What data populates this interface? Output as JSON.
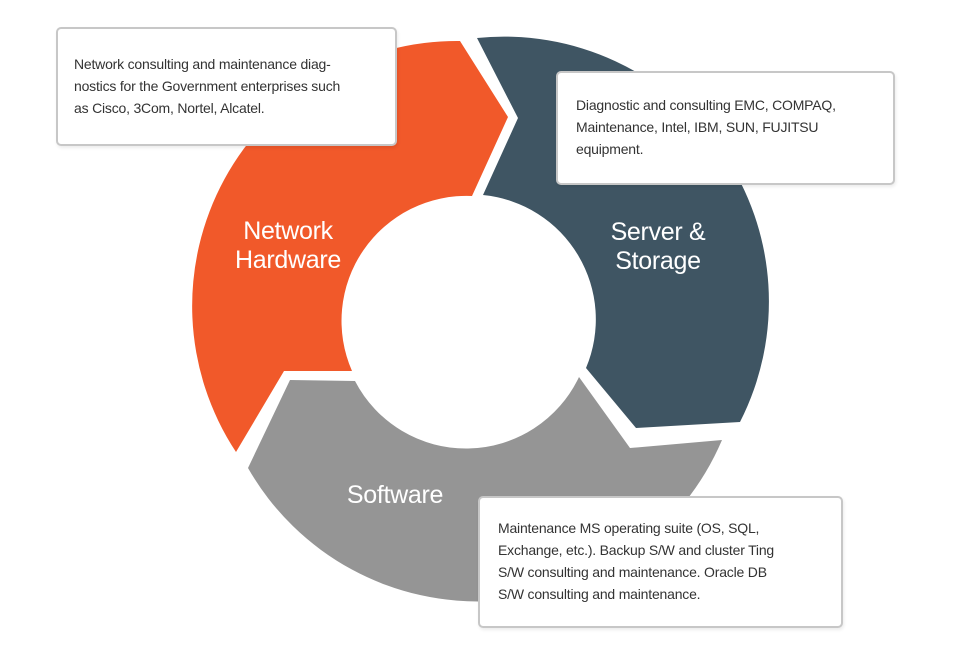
{
  "colors": {
    "network": "#f1592a",
    "server": "#3f5563",
    "software": "#959595",
    "callout_border": "#c7c7c7",
    "text": "#333333"
  },
  "segments": {
    "network": {
      "line1": "Network",
      "line2": "Hardware"
    },
    "server": {
      "line1": "Server &",
      "line2": "Storage"
    },
    "software": {
      "line1": "Software"
    }
  },
  "callouts": {
    "network": {
      "lines": [
        "Network consulting and maintenance diag-",
        "nostics for the Government enterprises such",
        "as Cisco, 3Com, Nortel, Alcatel."
      ]
    },
    "server": {
      "lines": [
        "Diagnostic and consulting EMC, COMPAQ,",
        "Maintenance, Intel, IBM, SUN, FUJITSU",
        "equipment."
      ]
    },
    "software": {
      "lines": [
        "Maintenance MS operating suite (OS, SQL,",
        "Exchange, etc.). Backup S/W and cluster Ting",
        "S/W consulting and maintenance. Oracle DB",
        "S/W consulting and maintenance."
      ]
    }
  }
}
